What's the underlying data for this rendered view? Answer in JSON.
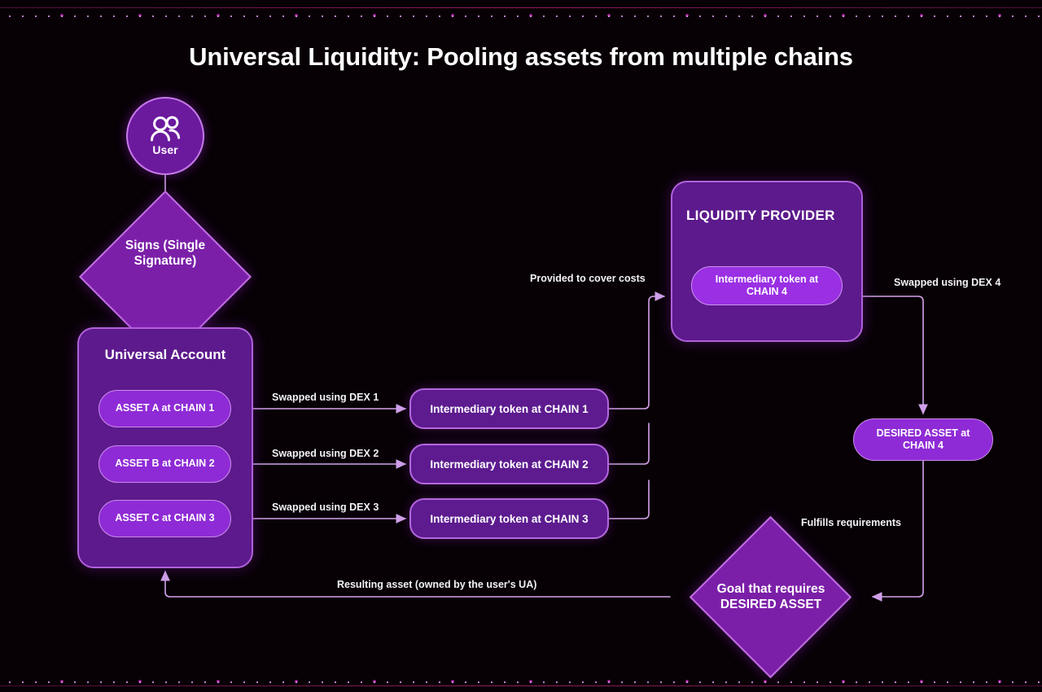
{
  "page": {
    "title": "Universal Liquidity: Pooling assets from multiple chains",
    "background": "#070005"
  },
  "colors": {
    "node_fill": "#5c1a8c",
    "node_border": "#b061da",
    "pill_fill": "#8f2bd6",
    "pill_bright": "#9a2fe4",
    "diamond_fill": "#7b1fa8",
    "wire": "#d9a8ec",
    "text": "#ffffff",
    "accent_line": "#b0236f"
  },
  "nodes": {
    "user": {
      "label": "User",
      "icon": "users-icon"
    },
    "signs": {
      "line1": "Signs (Single",
      "line2": "Signature)"
    },
    "universal_account": {
      "title": "Universal Account",
      "assets": [
        {
          "label": "ASSET A at CHAIN 1"
        },
        {
          "label": "ASSET B at CHAIN 2"
        },
        {
          "label": "ASSET C at CHAIN 3"
        }
      ]
    },
    "intermediary_tokens": [
      {
        "label": "Intermediary token at CHAIN 1"
      },
      {
        "label": "Intermediary token at CHAIN 2"
      },
      {
        "label": "Intermediary token at CHAIN 3"
      }
    ],
    "liquidity_provider": {
      "title": "LIQUIDITY PROVIDER",
      "token_line1": "Intermediary token at",
      "token_line2": "CHAIN 4"
    },
    "desired_asset": {
      "line1": "DESIRED ASSET at",
      "line2": "CHAIN 4"
    },
    "goal": {
      "line1": "Goal that requires",
      "line2": "DESIRED ASSET"
    }
  },
  "edges": {
    "swap1": "Swapped using DEX 1",
    "swap2": "Swapped using DEX 2",
    "swap3": "Swapped using DEX 3",
    "swap4": "Swapped using DEX 4",
    "provided": "Provided to cover costs",
    "fulfills": "Fulfills requirements",
    "resulting": "Resulting asset (owned by the user's UA)"
  }
}
